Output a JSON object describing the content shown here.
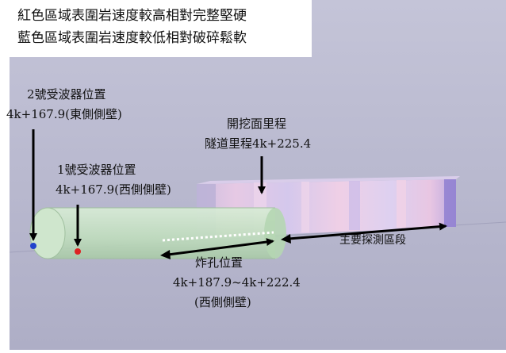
{
  "legend": {
    "line1": "紅色區域表圍岩速度較高相對完整堅硬",
    "line2": "藍色區域表圍岩速度較低相對破碎鬆軟"
  },
  "receiver2": {
    "title": "2號受波器位置",
    "position": "4k+167.9(東側側壁)"
  },
  "receiver1": {
    "title": "1號受波器位置",
    "position": "4k+167.9(西側側壁)"
  },
  "face": {
    "title": "開挖面里程",
    "mileage": "隧道里程4k+225.4"
  },
  "blast": {
    "title": "炸孔位置",
    "range": "4k+187.9~4k+222.4",
    "side": "(西側側壁)"
  },
  "zone": {
    "label": "主要探測區段"
  },
  "colors": {
    "background": "#b9b9d0",
    "tunnel": "#c9e3c9",
    "receiver_east": "#2244cc",
    "receiver_west": "#dd2222"
  }
}
